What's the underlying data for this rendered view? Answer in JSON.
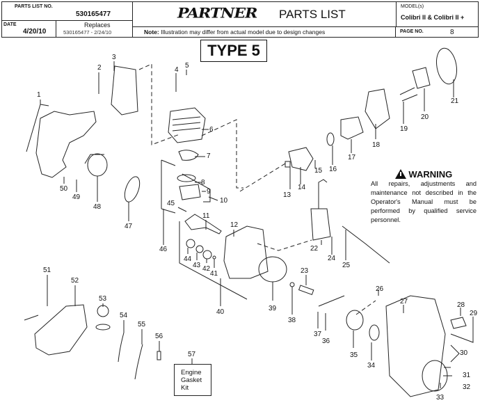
{
  "header": {
    "parts_list_no_label": "PARTS LIST NO.",
    "parts_list_no": "530165477",
    "date_label": "DATE",
    "date": "4/20/10",
    "replaces_label": "Replaces",
    "replaces": "530165477 - 2/24/10",
    "brand_logo": "PARTNER",
    "title": "PARTS LIST",
    "note_label": "Note:",
    "note_text": "Illustration may differ from actual model due to design changes",
    "model_label": "MODEL(s)",
    "model": "Colibri II & Colibri II +",
    "page_label": "PAGE   NO.",
    "page_no": "8"
  },
  "type_label": "TYPE 5",
  "warning": {
    "icon": "warning-triangle-icon",
    "title": "WARNING",
    "text": "All repairs, adjustments and maintenance not described in the Operator's Manual must be performed by qualified service personnel."
  },
  "kit_box": {
    "callout": "57",
    "lines": [
      "Engine",
      "Gasket",
      "Kit"
    ]
  },
  "callouts": [
    "1",
    "2",
    "3",
    "4",
    "5",
    "6",
    "7",
    "8",
    "9",
    "10",
    "11",
    "12",
    "13",
    "14",
    "15",
    "16",
    "17",
    "18",
    "19",
    "20",
    "21",
    "22",
    "23",
    "24",
    "25",
    "26",
    "27",
    "28",
    "29",
    "30",
    "31",
    "32",
    "33",
    "34",
    "35",
    "36",
    "37",
    "38",
    "39",
    "40",
    "41",
    "42",
    "43",
    "44",
    "45",
    "46",
    "47",
    "48",
    "49",
    "50",
    "51",
    "52",
    "53",
    "54",
    "55",
    "56",
    "57"
  ]
}
